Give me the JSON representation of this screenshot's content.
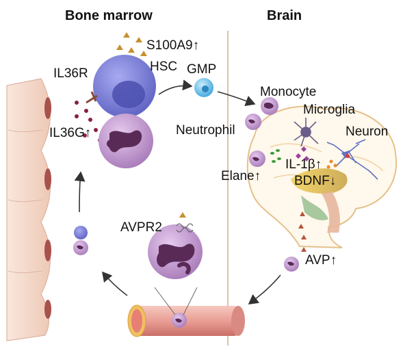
{
  "headers": {
    "left": "Bone marrow",
    "right": "Brain"
  },
  "labels": {
    "s100a9": "S100A9↑",
    "hsc": "HSC",
    "gmp": "GMP",
    "il36r": "IL36R",
    "il36g": "IL36G↑",
    "monocyte": "Monocyte",
    "neutrophil": "Neutrophil",
    "microglia": "Microglia",
    "neuron": "Neuron",
    "il1b": "IL-1β↑",
    "elane": "Elane↑",
    "bdnf": "BDNF↓",
    "avpr2": "AVPR2",
    "avp": "AVP↑"
  },
  "colors": {
    "hsc": "#7b7fd0",
    "neutrophil": "#b98ec8",
    "nucleus": "#5a2a57",
    "gmp": "#5bb8e6",
    "vessel": "#e8a29a",
    "bone": "#f6ded0",
    "triangle": "#c59030",
    "dots": "#8a1f4a"
  }
}
